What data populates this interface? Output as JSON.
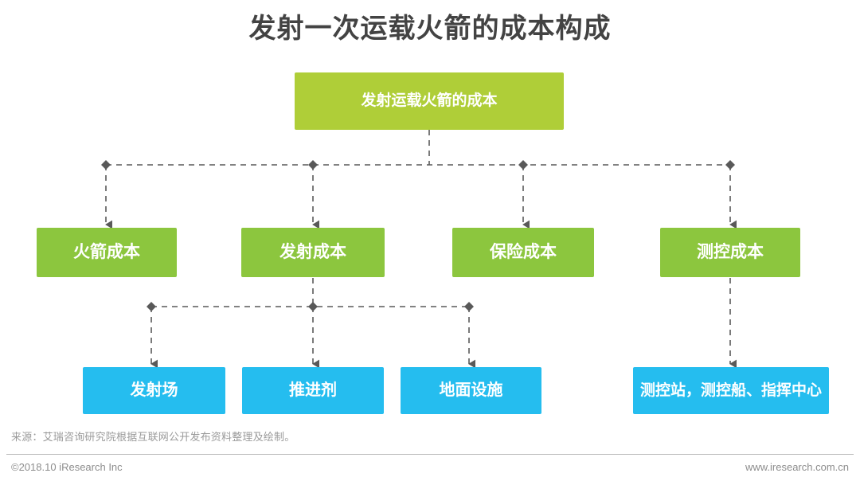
{
  "slide": {
    "title": "发射一次运载火箭的成本构成",
    "background_color": "#ffffff"
  },
  "colors": {
    "root_green": "#AFCE38",
    "node_green": "#8CC63E",
    "node_blue": "#25BDEF",
    "connector_gray": "#595959",
    "title_gray": "#434343",
    "footer_gray": "#8d8d8d"
  },
  "diagram": {
    "type": "tree",
    "root": {
      "label": "发射运载火箭的成本"
    },
    "level2": [
      {
        "label": "火箭成本"
      },
      {
        "label": "发射成本"
      },
      {
        "label": "保险成本"
      },
      {
        "label": "测控成本"
      }
    ],
    "level3": [
      {
        "label": "发射场",
        "parent": "发射成本"
      },
      {
        "label": "推进剂",
        "parent": "发射成本"
      },
      {
        "label": "地面设施",
        "parent": "发射成本"
      },
      {
        "label": "测控站，测控船、指挥中心",
        "parent": "测控成本"
      }
    ]
  },
  "footer": {
    "source": "来源：艾瑞咨询研究院根据互联网公开发布资料整理及绘制。",
    "copyright": "©2018.10 iResearch Inc",
    "website": "www.iresearch.com.cn"
  }
}
